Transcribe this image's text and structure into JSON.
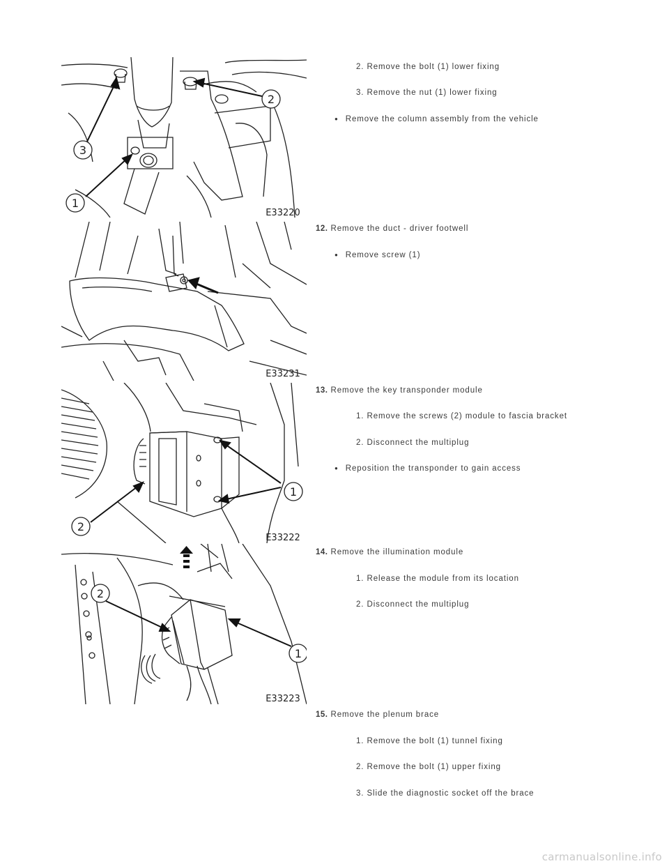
{
  "figures": [
    {
      "id": "E33220",
      "callouts": [
        "1",
        "2",
        "3"
      ]
    },
    {
      "id": "E33231",
      "callouts": []
    },
    {
      "id": "E33222",
      "callouts": [
        "1",
        "2"
      ]
    },
    {
      "id": "E33223",
      "callouts": [
        "1",
        "2"
      ]
    }
  ],
  "steps": [
    {
      "lines": [
        {
          "kind": "sub",
          "text": "2. Remove the bolt (1) lower fixing"
        },
        {
          "kind": "sub",
          "text": "3. Remove the nut (1) lower fixing"
        },
        {
          "kind": "bullet",
          "text": "Remove the column assembly from the vehicle"
        }
      ]
    },
    {
      "number": "12.",
      "title": "Remove the duct - driver footwell",
      "lines": [
        {
          "kind": "bullet",
          "text": "Remove screw (1)"
        }
      ]
    },
    {
      "number": "13.",
      "title": "Remove the key transponder module",
      "lines": [
        {
          "kind": "sub",
          "text": "1. Remove the screws (2) module to fascia bracket"
        },
        {
          "kind": "sub",
          "text": "2. Disconnect the multiplug"
        },
        {
          "kind": "bullet",
          "text": "Reposition the transponder to gain access"
        }
      ]
    },
    {
      "number": "14.",
      "title": "Remove the illumination module",
      "lines": [
        {
          "kind": "sub",
          "text": "1. Release the module from its location"
        },
        {
          "kind": "sub",
          "text": "2. Disconnect the multiplug"
        }
      ]
    },
    {
      "number": "15.",
      "title": "Remove the plenum brace",
      "lines": [
        {
          "kind": "sub",
          "text": "1. Remove the bolt (1) tunnel fixing"
        },
        {
          "kind": "sub",
          "text": "2. Remove the bolt (1) upper fixing"
        },
        {
          "kind": "sub",
          "text": "3. Slide the diagnostic socket off the brace"
        }
      ]
    }
  ],
  "watermark": "carmanualsonline.info"
}
